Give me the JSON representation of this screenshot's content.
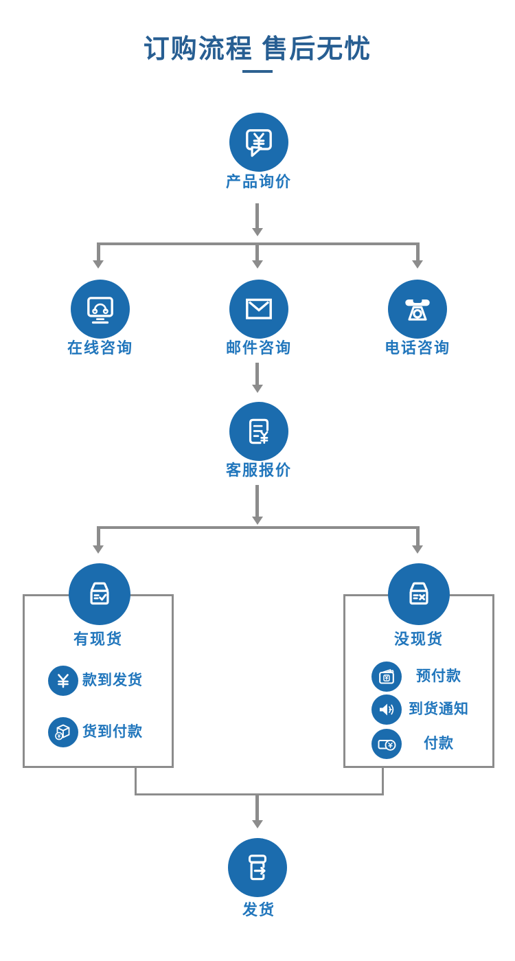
{
  "page": {
    "title": "订购流程 售后无忧"
  },
  "colors": {
    "node_circle_blue": "#1b6cae",
    "label_blue": "#2176bc",
    "title_blue": "#275e92",
    "connector_gray": "#8c8c8c",
    "background": "#ffffff"
  },
  "flow": {
    "inquiry": {
      "label": "产品询价",
      "icon": "speech-bubble-yuan-icon"
    },
    "contact_options": [
      {
        "label": "在线咨询",
        "icon": "online-support-icon"
      },
      {
        "label": "邮件咨询",
        "icon": "email-icon"
      },
      {
        "label": "电话咨询",
        "icon": "telephone-icon"
      }
    ],
    "quote": {
      "label": "客服报价",
      "icon": "quotation-document-icon"
    },
    "branches": [
      {
        "label": "有现货",
        "icon": "box-check-icon",
        "items": [
          {
            "label": "款到发货",
            "icon": "yuan-sign-icon"
          },
          {
            "label": "货到付款",
            "icon": "package-yuan-icon"
          }
        ]
      },
      {
        "label": "没现货",
        "icon": "box-cross-icon",
        "items": [
          {
            "label": "预付款",
            "icon": "wallet-yuan-icon"
          },
          {
            "label": "到货通知",
            "icon": "speaker-icon"
          },
          {
            "label": "付款",
            "icon": "card-coin-icon"
          }
        ]
      }
    ],
    "final": {
      "label": "发货",
      "icon": "shipping-box-icon"
    }
  }
}
